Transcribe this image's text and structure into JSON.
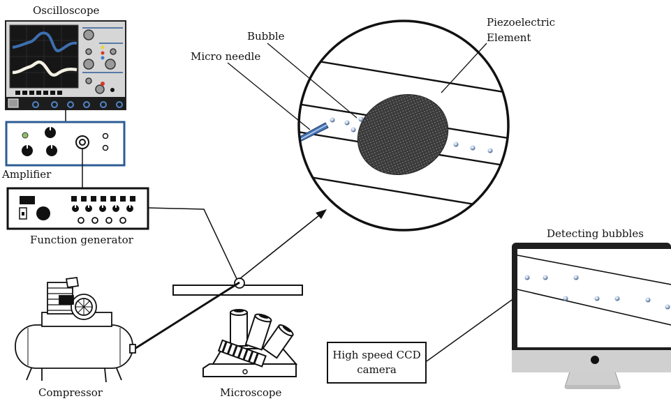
{
  "labels": {
    "oscilloscope": "Oscilloscope",
    "amplifier": "Amplifier",
    "function_generator": "Function generator",
    "compressor": "Compressor",
    "microscope": "Microscope",
    "ccd_line1": "High speed CCD",
    "ccd_line2": "camera",
    "detecting_bubbles": "Detecting bubbles",
    "bubble": "Bubble",
    "micro_needle": "Micro needle",
    "piezo_line1": "Piezoelectric",
    "piezo_line2": "Element"
  },
  "colors": {
    "line": "#111111",
    "wave_blue": "#3d6fb0",
    "wave_white": "#f4f1e4",
    "scope_screen": "#1a1a1a",
    "scope_body": "#d7d7d7",
    "amp_frame": "#2d5c95",
    "needle": "#4a78b8",
    "piezo": "#2a2a2a",
    "monitor_bezel": "#1e1e1e",
    "monitor_stand": "#c9c9c9",
    "bubble": "#a9bfdc"
  }
}
